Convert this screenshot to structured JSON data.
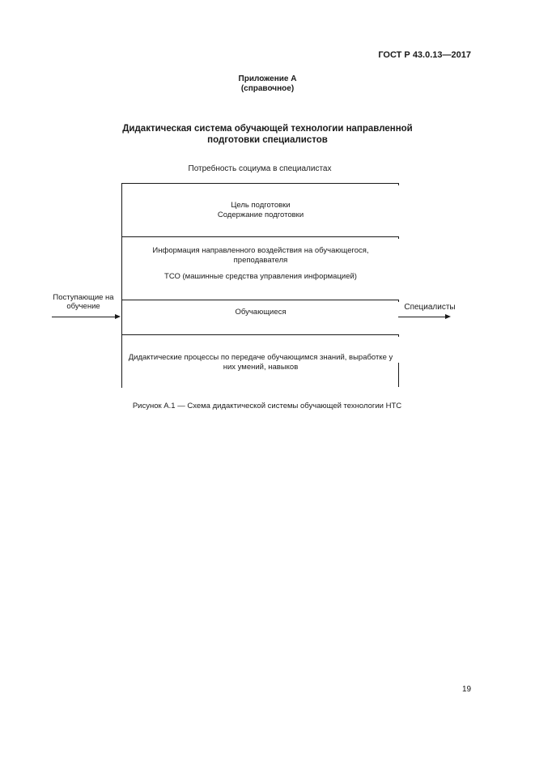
{
  "header": {
    "doc_code": "ГОСТ Р 43.0.13—2017"
  },
  "appendix": {
    "title": "Приложение А",
    "subtitle": "(справочное)"
  },
  "figure": {
    "title_line1": "Дидактическая система обучающей технологии направленной",
    "title_line2": "подготовки специалистов",
    "top_label": "Потребность социума в специалистах",
    "input_line1": "Поступающие на",
    "input_line2": "обучение",
    "output_label": "Специалисты",
    "segments": {
      "goal_line1": "Цель подготовки",
      "goal_line2": "Содержание подготовки",
      "info_line1": "Информация направленного воздействия на обучающегося,",
      "info_line2": "преподавателя",
      "tso": "ТСО (машинные средства управления информацией)",
      "learners": "Обучающиеся",
      "process_line1": "Дидактические процессы по передаче обучающимся знаний, выработке у",
      "process_line2": "них умений, навыков"
    },
    "caption": "Рисунок А.1 — Схема дидактической системы обучающей технологии НТС"
  },
  "footer": {
    "page_number": "19"
  }
}
